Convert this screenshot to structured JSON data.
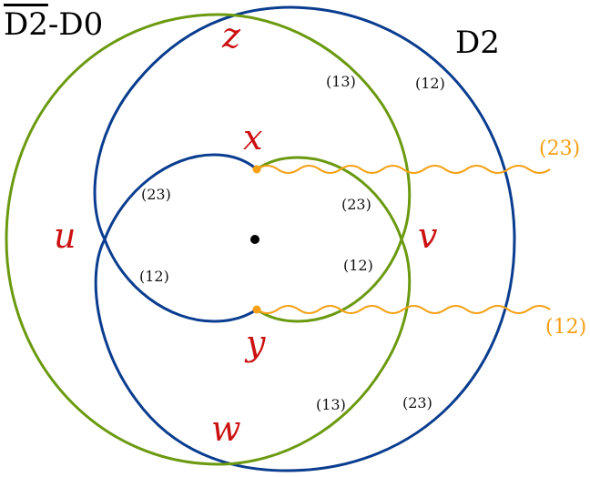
{
  "colors": {
    "blue": "#0a3d8f",
    "green": "#6b9a10",
    "vertex_red": "#cc1111",
    "wavy_orange": "#f5a015",
    "center_dot": "#000000"
  },
  "regions": {
    "left_label_bar": "D2",
    "left_label_rest": "-D0",
    "right_label": "D2"
  },
  "vertices": {
    "x": "x",
    "y": "y",
    "z": "z",
    "w": "w",
    "u": "u",
    "v": "v"
  },
  "edges": {
    "top_green": "(13)",
    "top_blue": "(12)",
    "inner_blue_upper": "(23)",
    "inner_blue_lower": "(12)",
    "inner_green_upper": "(23)",
    "inner_green_lower": "(12)",
    "bottom_green": "(13)",
    "bottom_blue": "(23)"
  },
  "external_lines": {
    "upper": "(23)",
    "lower": "(12)"
  }
}
